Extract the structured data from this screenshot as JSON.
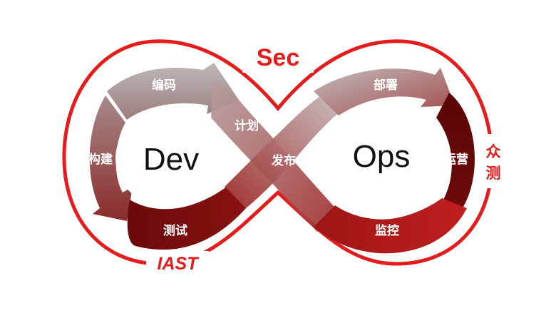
{
  "diagram": {
    "top_label": "Sec",
    "left_center": "Dev",
    "right_center": "Ops",
    "bottom_left_label": "IAST",
    "right_side_label": [
      "众",
      "测"
    ],
    "stages_left": [
      "编码",
      "构建",
      "测试"
    ],
    "center_stages": [
      "计划",
      "发布"
    ],
    "stages_right": [
      "部署",
      "运营",
      "监控"
    ],
    "colors": {
      "accent": "#e41c1c",
      "light_segment": "#b9b4b4",
      "dark_segment": "#6e0a0a",
      "mid_segment": "#a83232"
    }
  }
}
